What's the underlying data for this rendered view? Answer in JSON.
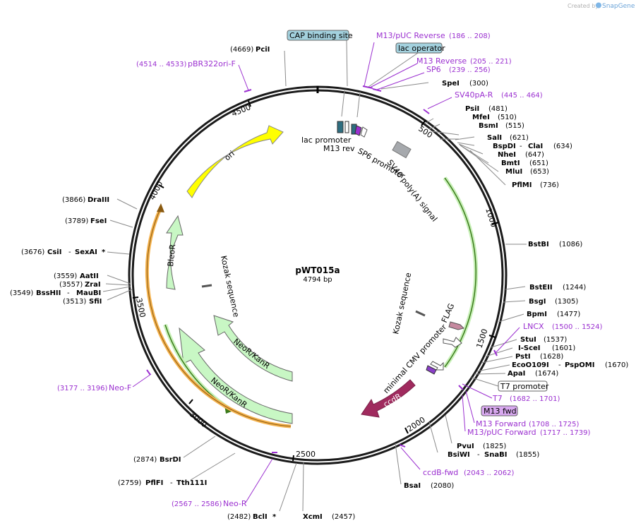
{
  "credit": {
    "prefix": "Created by",
    "brand": "SnapGene"
  },
  "plasmid": {
    "name": "pWT015a",
    "size": "4794 bp"
  },
  "ticks": [
    "500",
    "1000",
    "1500",
    "2000",
    "2500",
    "3000",
    "3500",
    "4000",
    "4500"
  ],
  "features": {
    "lac_promoter": "lac promoter",
    "m13_rev": "M13 rev",
    "sp6_promoter": "SP6 promoter",
    "sv40_polya": "SV40 poly(A) signal",
    "kozak_right": "Kozak sequence",
    "flag": "FLAG",
    "min_cmv": "minimal CMV promoter",
    "ccdb": "ccdB",
    "neor1": "NeoR/KanR",
    "neor2": "NeoR/KanR",
    "kozak_left": "Kozak sequence",
    "bleor": "BleoR",
    "ori": "ori"
  },
  "boxed": {
    "cap": "CAP binding site",
    "lac_operator": "lac operator",
    "t7_promoter": "T7 promoter",
    "m13_fwd": "M13 fwd"
  },
  "primers": {
    "m13puc_rev": {
      "name": "M13/pUC Reverse",
      "pos": "(186 .. 208)"
    },
    "m13_reverse": {
      "name": "M13 Reverse",
      "pos": "(205 .. 221)"
    },
    "sp6": {
      "name": "SP6",
      "pos": "(239 .. 256)"
    },
    "sv40pa_r": {
      "name": "SV40pA-R",
      "pos": "(445 .. 464)"
    },
    "lncx": {
      "name": "LNCX",
      "pos": "(1500 .. 1524)"
    },
    "t7": {
      "name": "T7",
      "pos": "(1682 .. 1701)"
    },
    "m13_forward": {
      "name": "M13 Forward",
      "pos": "(1708 .. 1725)"
    },
    "m13puc_fwd": {
      "name": "M13/pUC Forward",
      "pos": "(1717 .. 1739)"
    },
    "ccdb_fwd": {
      "name": "ccdB-fwd",
      "pos": "(2043 .. 2062)"
    },
    "neo_r": {
      "name": "Neo-R",
      "pos": "(2567 .. 2586)"
    },
    "neo_f": {
      "name": "Neo-F",
      "pos": "(3177 .. 3196)"
    },
    "pbr322": {
      "name": "pBR322ori-F",
      "pos": "(4514 .. 4533)"
    }
  },
  "sites": {
    "pcii": {
      "name": "PciI",
      "pos": "(4669)"
    },
    "spei": {
      "name": "SpeI",
      "pos": "(300)"
    },
    "psii": {
      "name": "PsiI",
      "pos": "(481)"
    },
    "mfei": {
      "name": "MfeI",
      "pos": "(510)"
    },
    "bsmi": {
      "name": "BsmI",
      "pos": "(515)"
    },
    "sali": {
      "name": "SalI",
      "pos": "(621)"
    },
    "bspdi": {
      "name": "BspDI",
      "sep": "-",
      "name2": "ClaI",
      "pos": "(634)"
    },
    "nhei": {
      "name": "NheI",
      "pos": "(647)"
    },
    "bmti": {
      "name": "BmtI",
      "pos": "(651)"
    },
    "mlui": {
      "name": "MluI",
      "pos": "(653)"
    },
    "pflmi": {
      "name": "PflMI",
      "pos": "(736)"
    },
    "bstbi": {
      "name": "BstBI",
      "pos": "(1086)"
    },
    "bsteii": {
      "name": "BstEII",
      "pos": "(1244)"
    },
    "bsgi": {
      "name": "BsgI",
      "pos": "(1305)"
    },
    "bpmi": {
      "name": "BpmI",
      "pos": "(1477)"
    },
    "stui": {
      "name": "StuI",
      "pos": "(1537)"
    },
    "iscei": {
      "name": "I-SceI",
      "pos": "(1601)"
    },
    "psti": {
      "name": "PstI",
      "pos": "(1628)"
    },
    "eco0109i": {
      "name": "EcoO109I",
      "sep": "-",
      "name2": "PspOMI",
      "pos": "(1670)"
    },
    "apai": {
      "name": "ApaI",
      "pos": "(1674)"
    },
    "pvui": {
      "name": "PvuI",
      "pos": "(1825)"
    },
    "bsiwi": {
      "name": "BsiWI",
      "sep": "-",
      "name2": "SnaBI",
      "pos": "(1855)"
    },
    "bsai": {
      "name": "BsaI",
      "pos": "(2080)"
    },
    "xcmi": {
      "name": "XcmI",
      "pos": "(2457)"
    },
    "bcli": {
      "name": "BclI",
      "star": "*",
      "pos": "(2482)"
    },
    "pflfi": {
      "name": "PflFI",
      "sep": "-",
      "name2": "Tth111I",
      "pos": "(2759)"
    },
    "bsrdi": {
      "name": "BsrDI",
      "pos": "(2874)"
    },
    "sfii": {
      "name": "SfiI",
      "pos": "(3513)"
    },
    "bsshii": {
      "name": "BssHII",
      "sep": "-",
      "name2": "MauBI",
      "pos": "(3549)"
    },
    "zrai": {
      "name": "ZraI",
      "pos": "(3557)"
    },
    "aatii": {
      "name": "AatII",
      "pos": "(3559)"
    },
    "csii": {
      "name": "CsiI",
      "sep": "-",
      "name2": "SexAI",
      "star": "*",
      "pos": "(3676)"
    },
    "fsei": {
      "name": "FseI",
      "pos": "(3789)"
    },
    "draiii": {
      "name": "DraIII",
      "pos": "(3866)"
    }
  }
}
